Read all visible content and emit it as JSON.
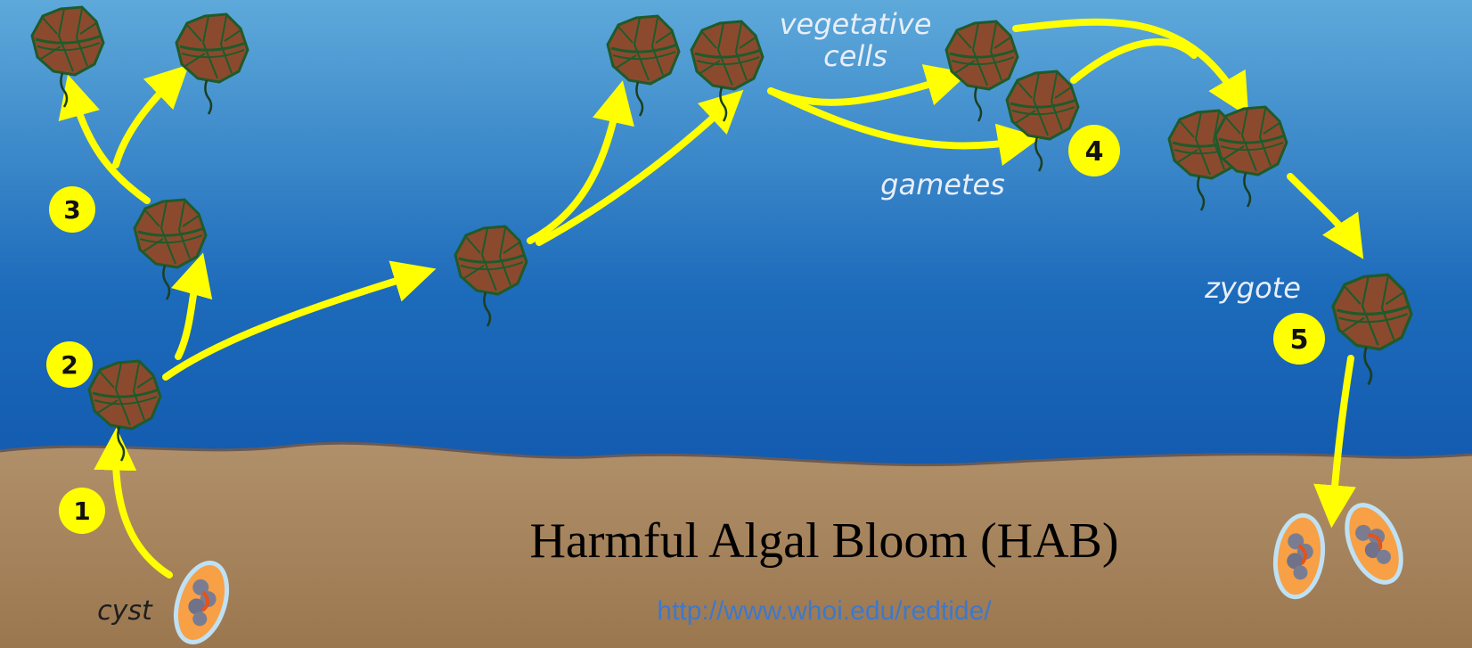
{
  "labels": {
    "vegetative_line1": "vegetative",
    "vegetative_line2": "cells",
    "gametes": "gametes",
    "zygote": "zygote",
    "cyst": "cyst"
  },
  "steps": [
    "1",
    "2",
    "3",
    "4",
    "5"
  ],
  "title": "Harmful Algal Bloom (HAB)",
  "url": "http://www.whoi.edu/redtide/",
  "colors": {
    "water_top": "#5aa6d8",
    "water_bottom": "#0a4ea8",
    "sediment_top": "#ad8d68",
    "sediment_bottom": "#9a7650",
    "cell_fill": "#8b4a2e",
    "cell_outline": "#1f5a2a",
    "arrow": "#ffff00",
    "badge": "#ffff00"
  }
}
